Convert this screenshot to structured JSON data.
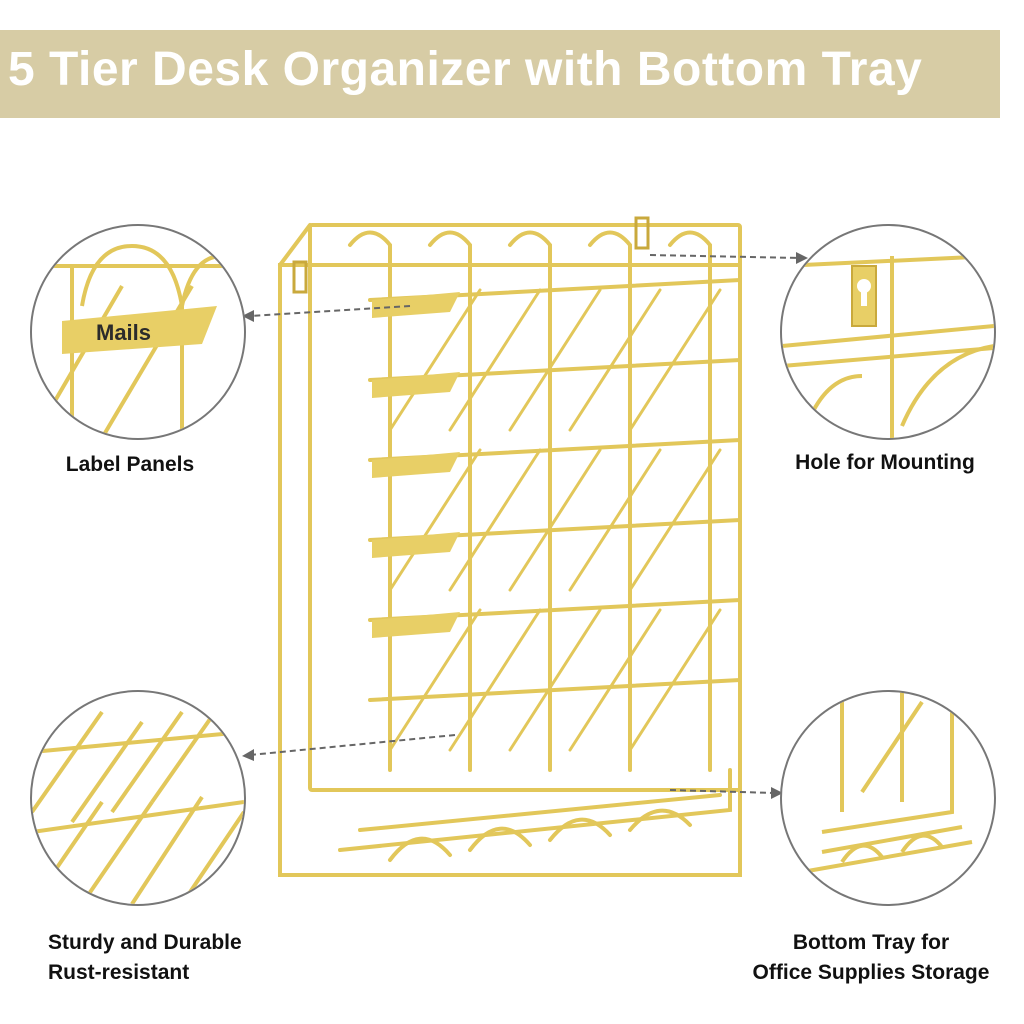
{
  "header": {
    "title": "5 Tier Desk Organizer with Bottom Tray"
  },
  "colors": {
    "banner": "#d7cca5",
    "gold": "#e2c75a",
    "gold_dark": "#c9a93c",
    "callout_border": "#777777"
  },
  "callouts": {
    "label_panels": {
      "title": "Label Panels",
      "tag_text": "Mails"
    },
    "mounting": {
      "title": "Hole for Mounting"
    },
    "durability": {
      "line1": "Sturdy and Durable",
      "line2": "Rust-resistant"
    },
    "tray": {
      "line1": "Bottom Tray for",
      "line2": "Office Supplies Storage"
    }
  },
  "icons": [
    "wire-organizer-illustration",
    "keyhole-icon",
    "mails-label-tag"
  ]
}
